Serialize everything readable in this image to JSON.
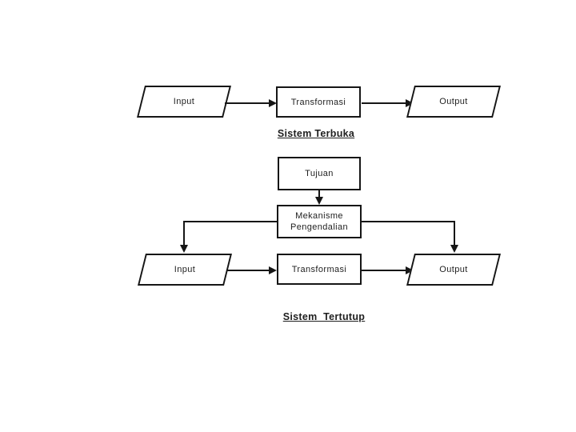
{
  "page": {
    "background": "#ffffff",
    "stroke_color": "#161616",
    "text_color": "#1f1f1f"
  },
  "open_system": {
    "caption": "Sistem Terbuka",
    "nodes": [
      {
        "id": "input",
        "shape": "parallelogram",
        "label": "Input"
      },
      {
        "id": "transformasi",
        "shape": "rectangle",
        "label": "Transformasi"
      },
      {
        "id": "output",
        "shape": "parallelogram",
        "label": "Output"
      }
    ],
    "connections": [
      {
        "from": "input",
        "to": "transformasi",
        "type": "arrow-right"
      },
      {
        "from": "transformasi",
        "to": "output",
        "type": "arrow-right"
      }
    ]
  },
  "closed_system": {
    "caption": "Sistem  Tertutup",
    "nodes": [
      {
        "id": "tujuan",
        "shape": "rectangle",
        "label": "Tujuan"
      },
      {
        "id": "mekanisme-pengendalian",
        "shape": "rectangle",
        "label_line1": "Mekanisme",
        "label_line2": "Pengendalian"
      },
      {
        "id": "input",
        "shape": "parallelogram",
        "label": "Input"
      },
      {
        "id": "transformasi",
        "shape": "rectangle",
        "label": "Transformasi"
      },
      {
        "id": "output",
        "shape": "parallelogram",
        "label": "Output"
      }
    ],
    "connections": [
      {
        "from": "tujuan",
        "to": "mekanisme-pengendalian",
        "type": "arrow-down"
      },
      {
        "from": "mekanisme-pengendalian",
        "to": "input",
        "type": "arrow-down"
      },
      {
        "from": "mekanisme-pengendalian",
        "to": "output",
        "type": "arrow-down"
      },
      {
        "from": "input",
        "to": "transformasi",
        "type": "arrow-right"
      },
      {
        "from": "transformasi",
        "to": "output",
        "type": "arrow-right"
      }
    ]
  }
}
